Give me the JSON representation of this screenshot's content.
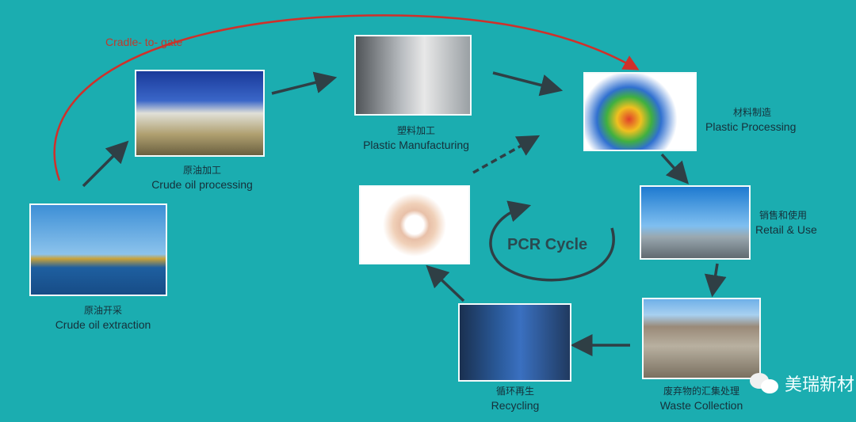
{
  "cradle_label": "Cradle- to- gate",
  "cycle_label": "PCR Cycle",
  "watermark": "美瑞新材",
  "stages": [
    {
      "zh": "原油开采",
      "en": "Crude oil extraction"
    },
    {
      "zh": "原油加工",
      "en": "Crude oil processing"
    },
    {
      "zh": "塑料加工",
      "en": "Plastic Manufacturing"
    },
    {
      "zh": "材料制造",
      "en": "Plastic Processing"
    },
    {
      "zh": "销售和使用",
      "en": "Retail & Use"
    },
    {
      "zh": "废弃物的汇集处理",
      "en": "Waste Collection"
    },
    {
      "zh": "循环再生",
      "en": "Recycling"
    }
  ],
  "colors": {
    "background": "#1badb0",
    "cradle_arrow": "#d0302a",
    "arrow": "#2f3f45"
  }
}
